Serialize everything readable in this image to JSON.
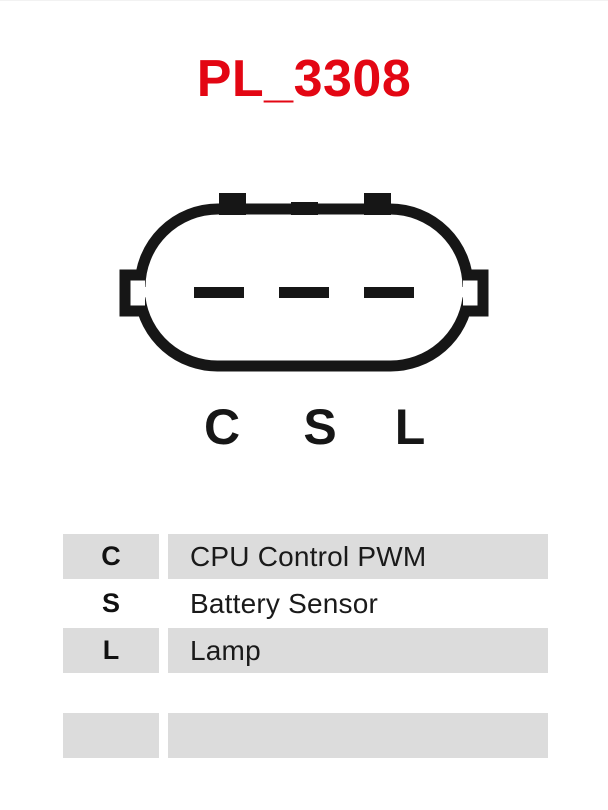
{
  "title": "PL_3308",
  "colors": {
    "title_red": "#e30613",
    "line_black": "#161616",
    "row_shade": "#dcdcdc",
    "page_background": "#ffffff"
  },
  "diagram": {
    "type": "alternator-regulator-connector",
    "pin_letters": [
      "C",
      "S",
      "L"
    ],
    "pin_slot_count": 3,
    "top_tab_count": 3,
    "side_tab_count": 2
  },
  "legend": {
    "rows": [
      {
        "key": "C",
        "value": "CPU Control PWM",
        "shaded": true
      },
      {
        "key": "S",
        "value": "Battery Sensor",
        "shaded": false
      },
      {
        "key": "L",
        "value": "Lamp",
        "shaded": true
      },
      {
        "key": "",
        "value": "",
        "shaded": false
      },
      {
        "key": "",
        "value": "",
        "shaded": true
      }
    ]
  }
}
